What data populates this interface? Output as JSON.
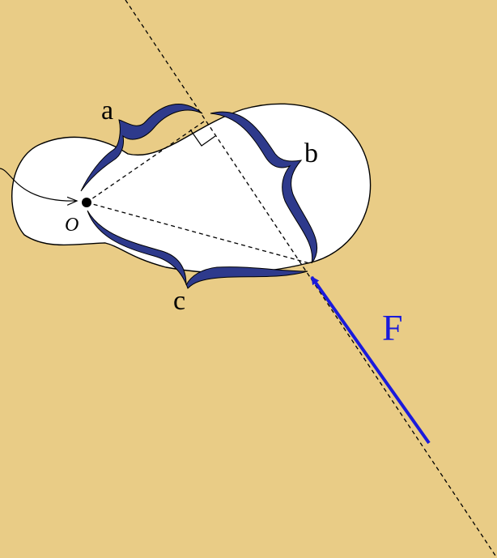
{
  "labels": {
    "a": "a",
    "b": "b",
    "c": "c",
    "origin": "O",
    "force": "F"
  },
  "colors": {
    "background": "#e9cc86",
    "body_fill": "#ffffff",
    "brace_fill": "#2e3a8c",
    "force": "#1a1adb",
    "lines": "#000000"
  }
}
